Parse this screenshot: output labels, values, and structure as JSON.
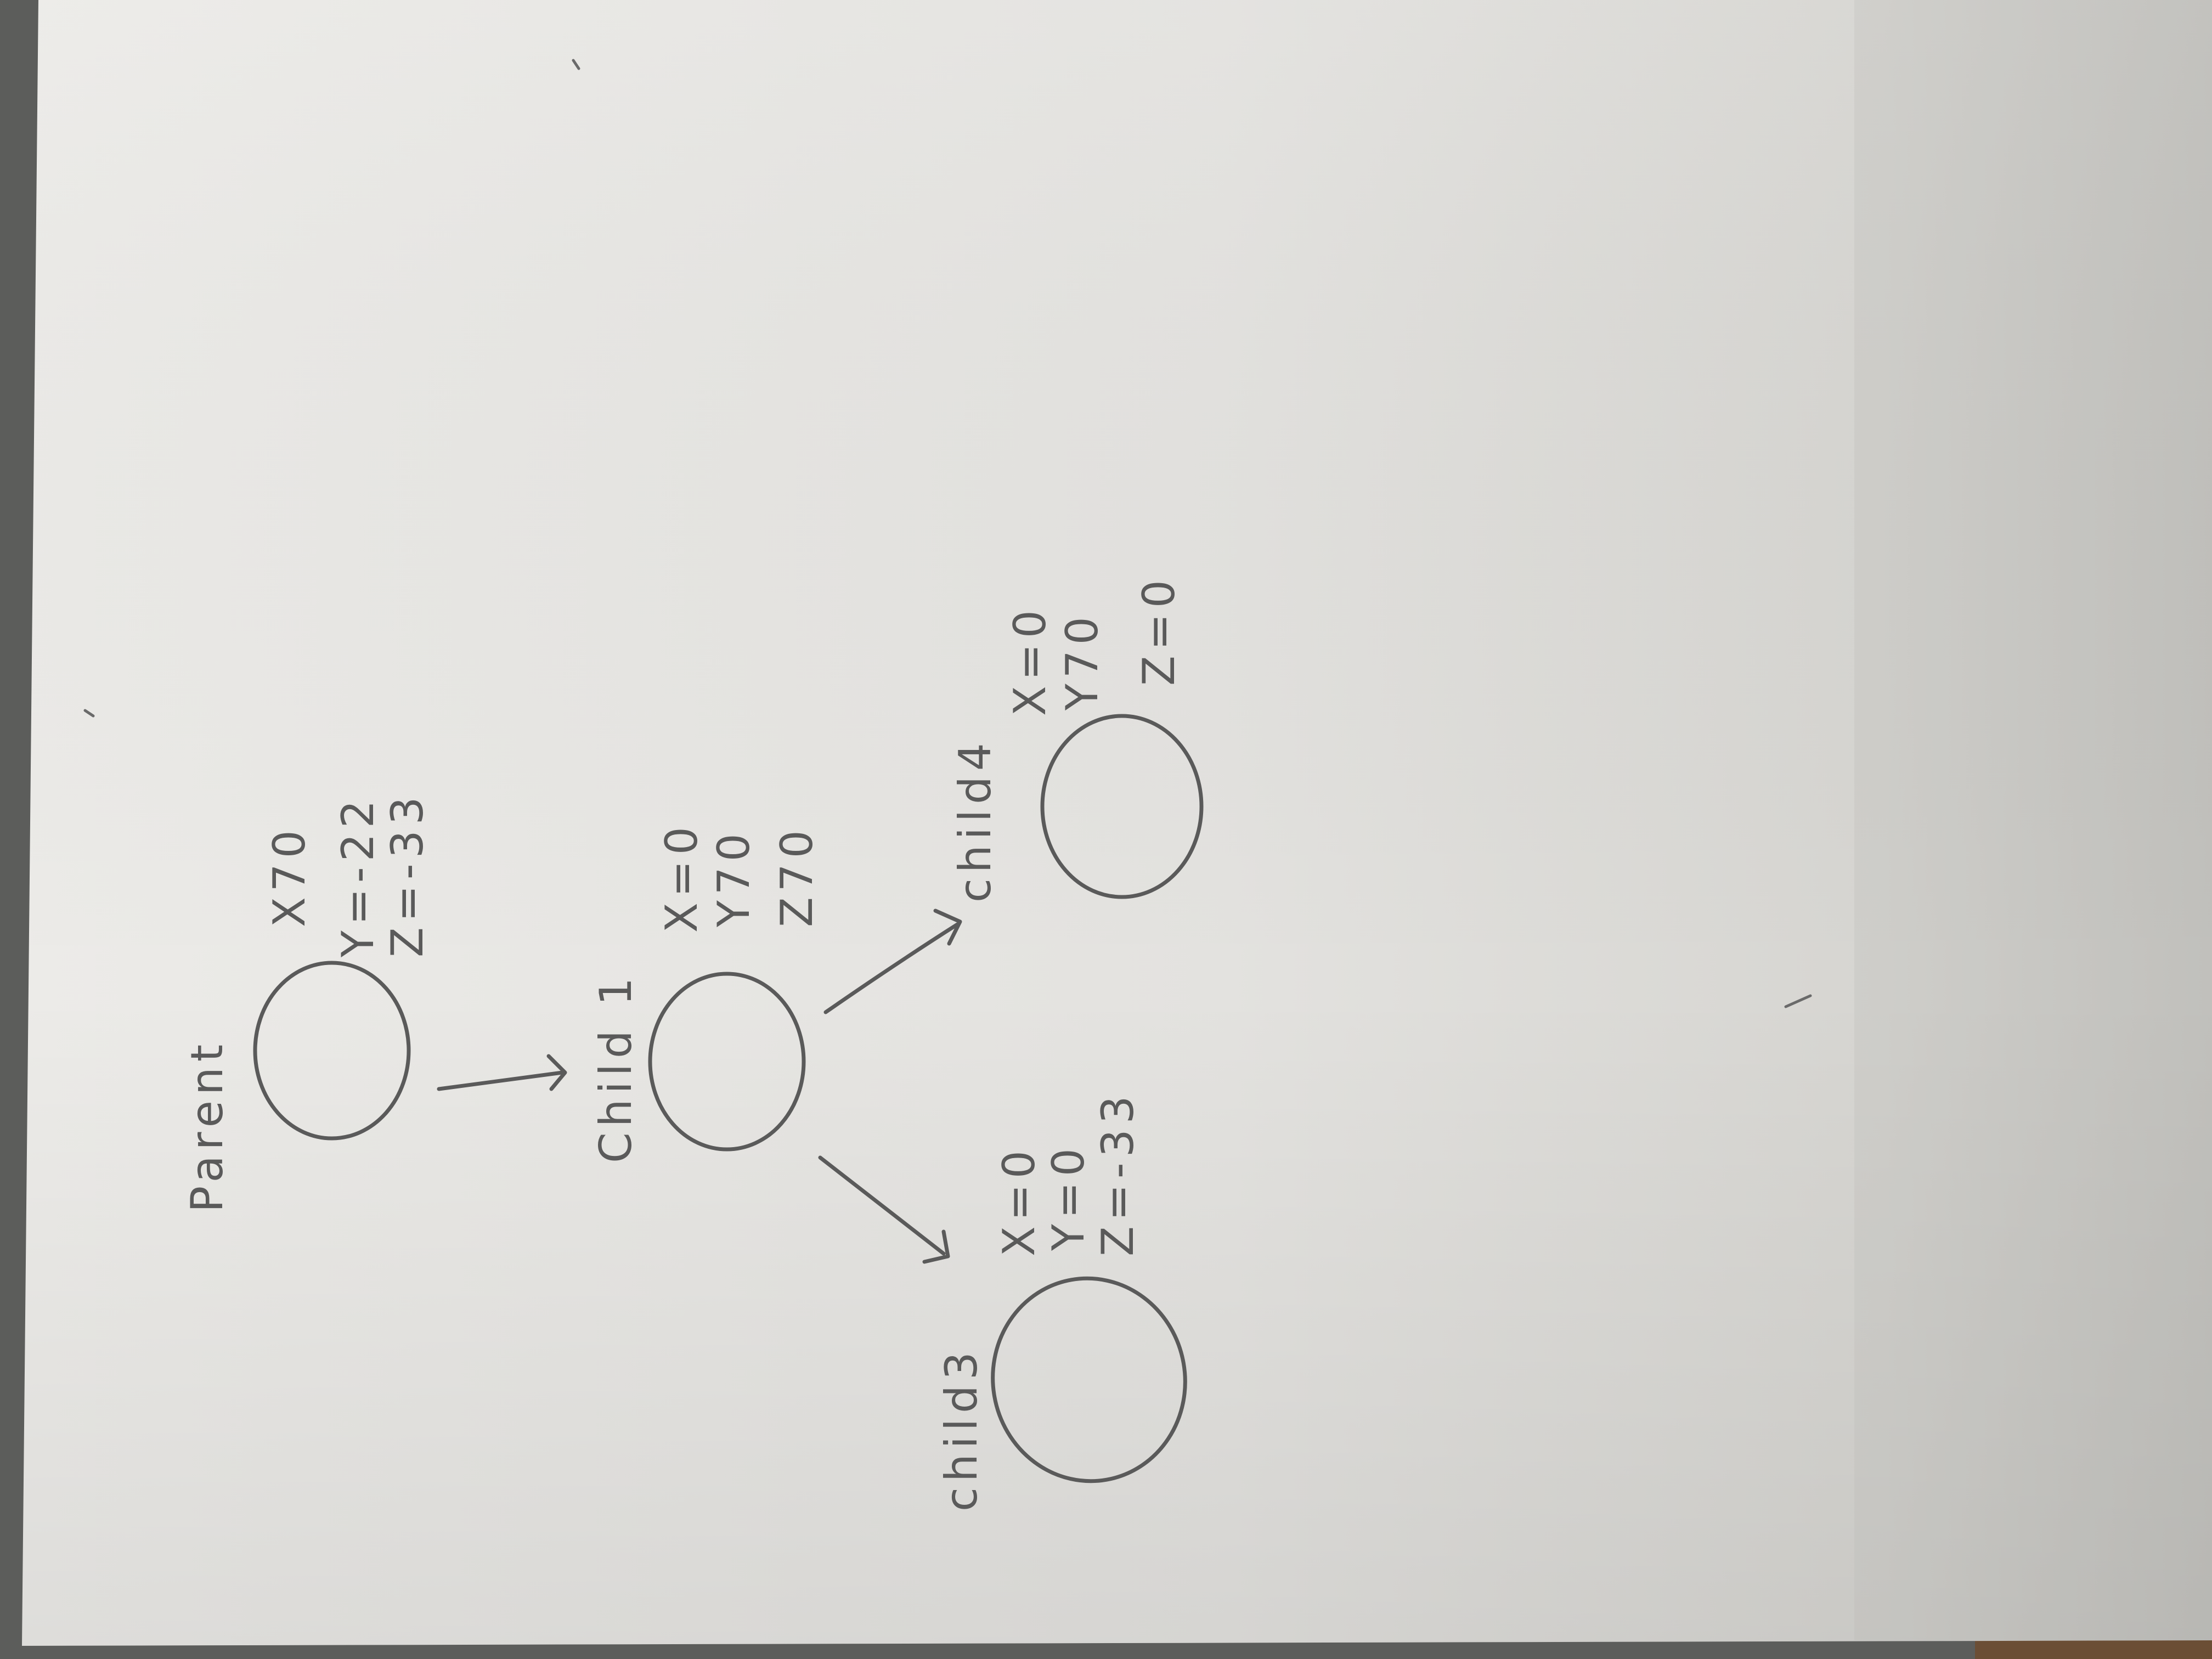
{
  "colors": {
    "background": "#5c5d5b",
    "paper_light": "#ecebe8",
    "paper_mid": "#dcdbd7",
    "paper_shadow": "#bdbcb8",
    "ink": "#5a5a5a"
  },
  "diagram": {
    "nodes": [
      {
        "id": "parent",
        "label": "Parent",
        "values": [
          "X70",
          "Y=-22",
          "Z=-33"
        ]
      },
      {
        "id": "child1",
        "label": "Child 1",
        "values": [
          "X=0",
          "Y70",
          "Z70"
        ]
      },
      {
        "id": "child3",
        "label": "child3",
        "values": [
          "X=0",
          "Y=0",
          "Z=-33"
        ]
      },
      {
        "id": "child4",
        "label": "child4",
        "values": [
          "X=0",
          "Y70",
          "Z=0"
        ]
      }
    ],
    "edges": [
      {
        "from": "parent",
        "to": "child1"
      },
      {
        "from": "child1",
        "to": "child3"
      },
      {
        "from": "child1",
        "to": "child4"
      }
    ]
  }
}
